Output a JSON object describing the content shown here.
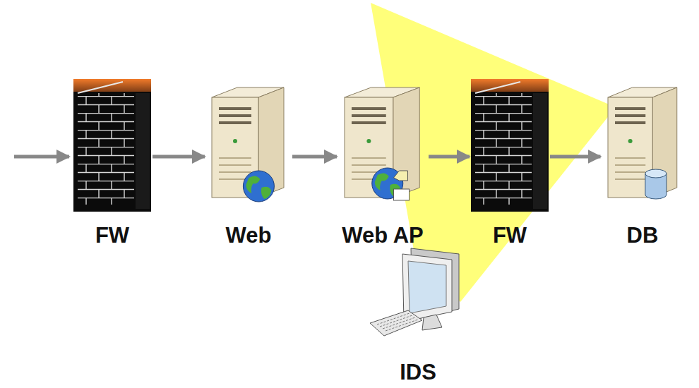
{
  "diagram": {
    "nodes": [
      {
        "text": [
          "FW"
        ]
      },
      {
        "text": [
          "Web"
        ]
      },
      {
        "text": [
          "Web AP"
        ]
      },
      {
        "text": [
          "FW"
        ]
      },
      {
        "text": [
          "DB"
        ]
      },
      {
        "text": [
          "IDS"
        ]
      }
    ],
    "edges": [
      {
        "from": 0,
        "to": 1,
        "arrow": "to"
      },
      {
        "from": 1,
        "to": 2,
        "arrow": "to"
      },
      {
        "from": 2,
        "to": 3,
        "arrow": "to"
      },
      {
        "from": 3,
        "to": 4,
        "arrow": "to"
      }
    ]
  }
}
